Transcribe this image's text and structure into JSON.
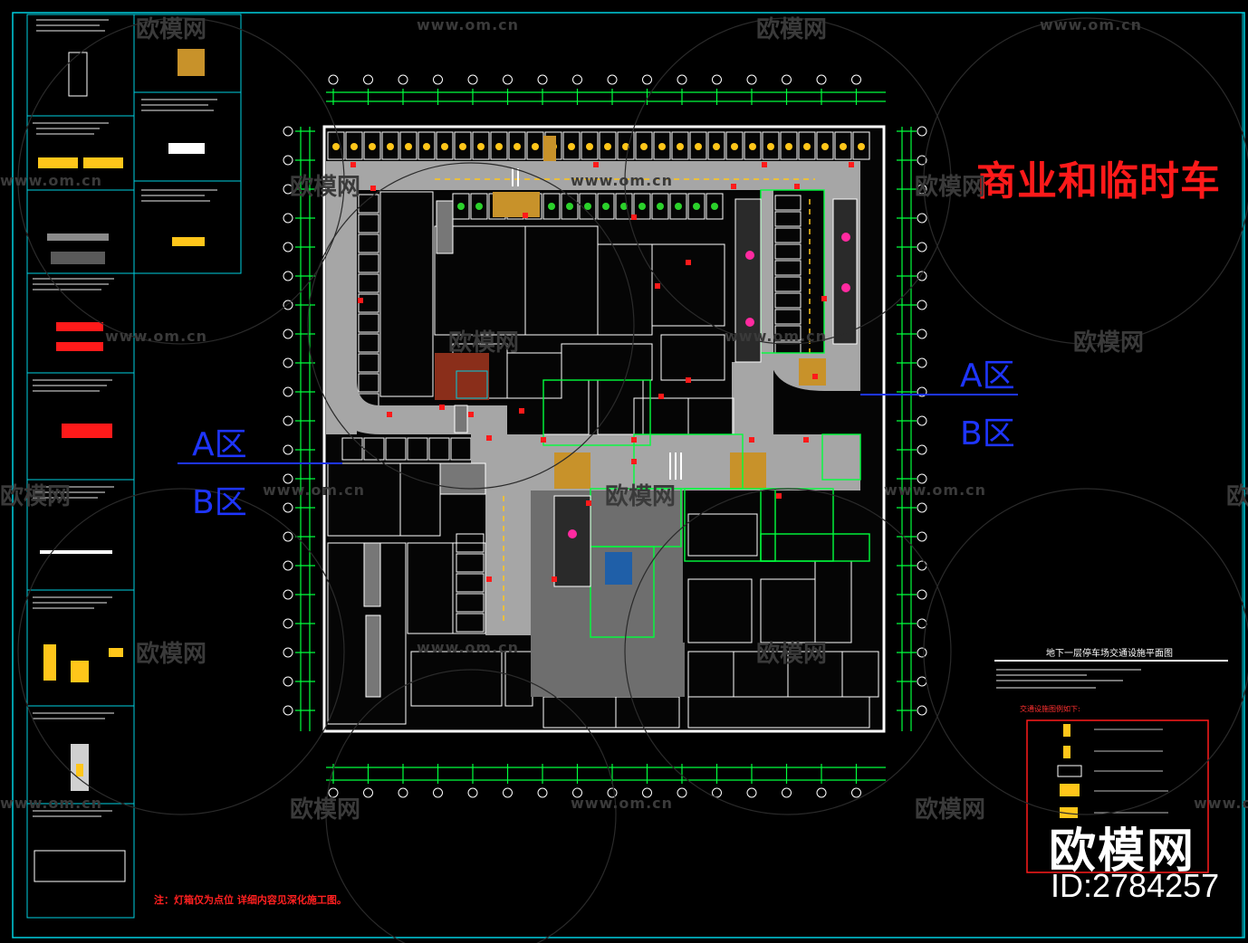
{
  "drawing": {
    "title_label": "商业和临时车",
    "zone_a_label": "A区",
    "zone_b_label": "B区",
    "legend_title": "地下一层停车场交通设施平面图",
    "legend_subtitle": "交通设施图例如下:",
    "note": "注：灯箱仅为点位 详细内容见深化施工图。"
  },
  "watermark": {
    "logo_text": "欧模网",
    "url_text": "www.om.cn",
    "brand_text": "欧模网",
    "id_text": "ID:2784257"
  },
  "colors": {
    "frame": "#00cfe0",
    "grid": "#00ff3c",
    "red": "#ff1a1a",
    "blue": "#1e35ff",
    "road": "#a6a6a6",
    "yellow": "#ffc61a"
  }
}
